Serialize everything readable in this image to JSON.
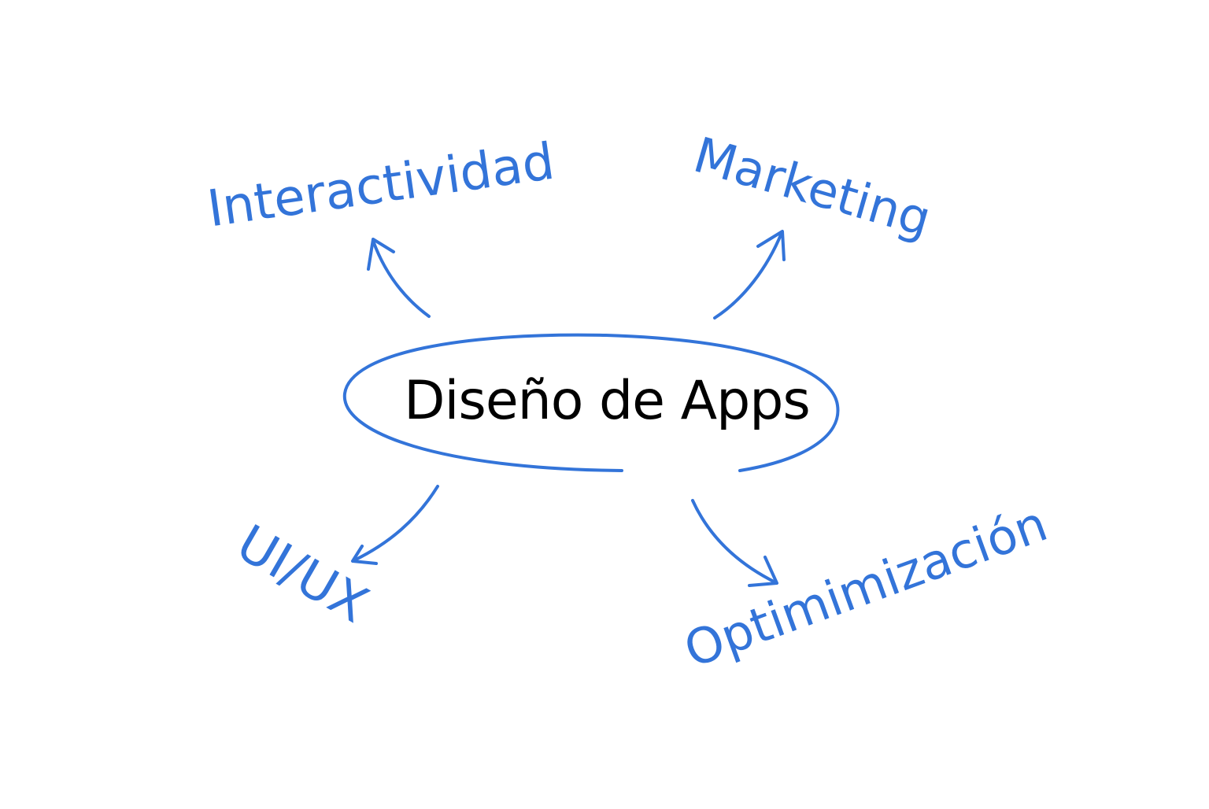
{
  "center": {
    "label": "Diseño de Apps"
  },
  "branches": [
    {
      "id": "interactividad",
      "label": "Interactividad"
    },
    {
      "id": "marketing",
      "label": "Marketing"
    },
    {
      "id": "uiux",
      "label": "UI/UX"
    },
    {
      "id": "optimizacion",
      "label": "Optimimización"
    }
  ],
  "colors": {
    "accent": "#3374d9",
    "text": "#000000",
    "background": "#ffffff"
  }
}
